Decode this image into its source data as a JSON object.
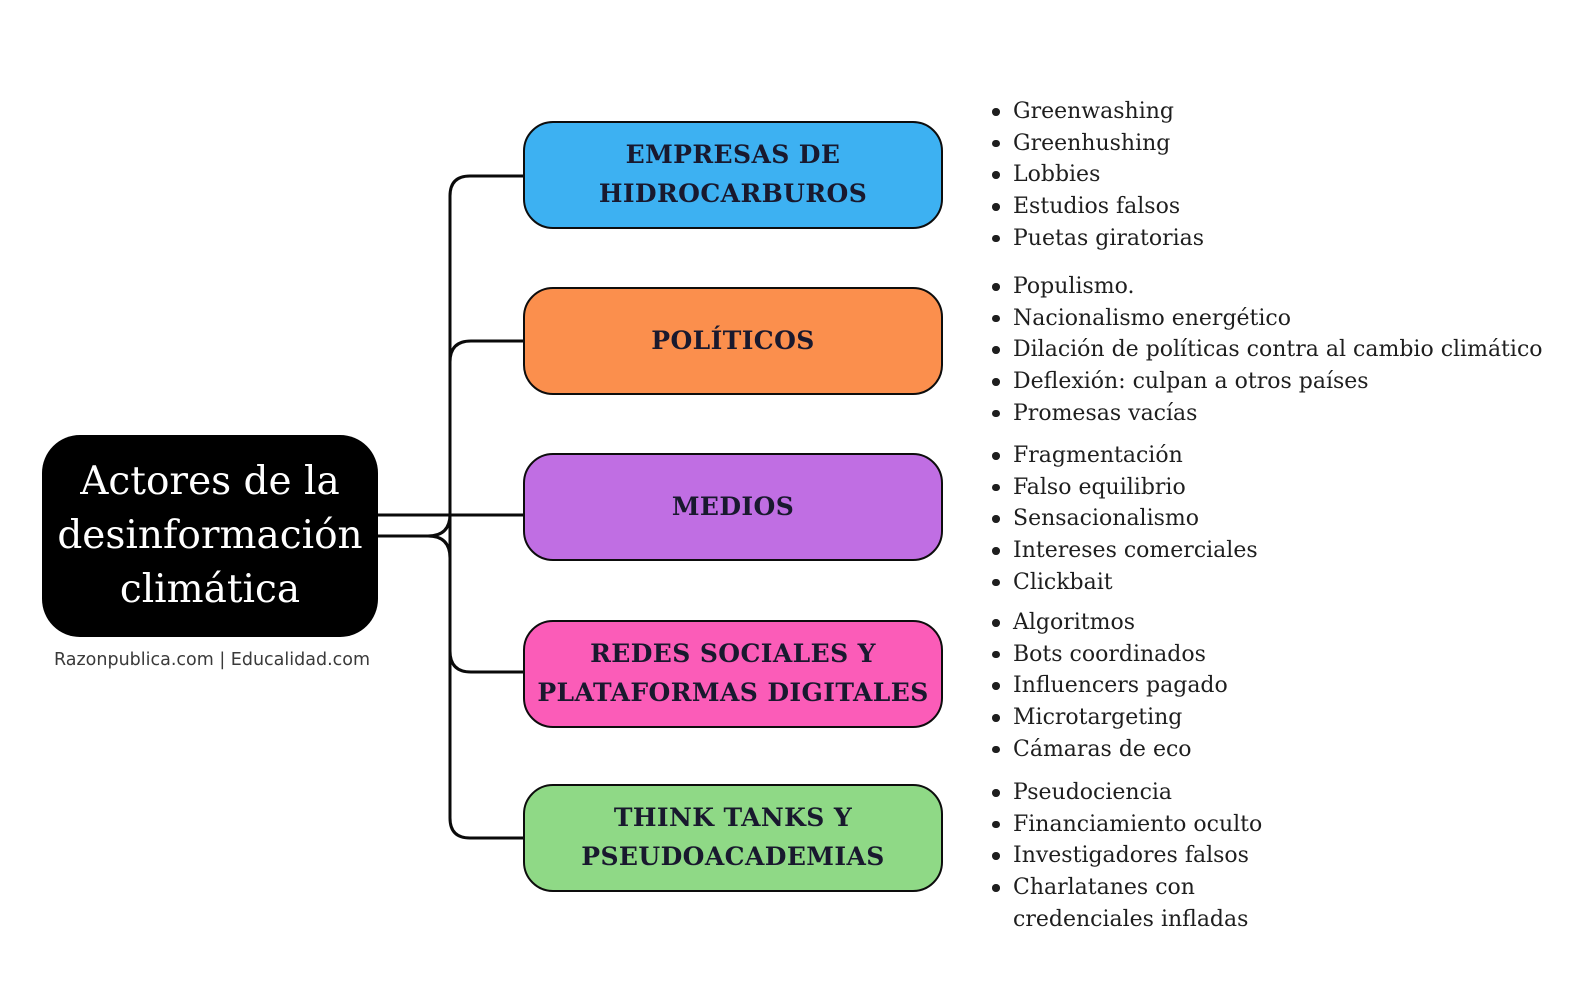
{
  "diagram": {
    "root_label": "Actores de la desinformación climática",
    "caption": "Razonpublica.com | Educalidad.com"
  },
  "branches": [
    {
      "label": "EMPRESAS DE HIDROCARBUROS",
      "color": "#3db1f2",
      "items": [
        "Greenwashing",
        "Greenhushing",
        "Lobbies",
        "Estudios falsos",
        "Puetas giratorias"
      ]
    },
    {
      "label": "POLÍTICOS",
      "color": "#fb8f4d",
      "items": [
        "Populismo.",
        "Nacionalismo energético",
        "Dilación de políticas contra al cambio climático",
        "Deflexión: culpan a otros países",
        "Promesas vacías"
      ]
    },
    {
      "label": "MEDIOS",
      "color": "#c06ee3",
      "items": [
        "Fragmentación",
        "Falso equilibrio",
        "Sensacionalismo",
        "Intereses comerciales",
        "Clickbait"
      ]
    },
    {
      "label": "REDES SOCIALES Y PLATAFORMAS DIGITALES",
      "color": "#fb5cb8",
      "items": [
        "Algoritmos",
        "Bots coordinados",
        "Influencers pagado",
        "Microtargeting",
        "Cámaras de eco"
      ]
    },
    {
      "label": "THINK TANKS Y PSEUDOACADEMIAS",
      "color": "#8fd986",
      "items": [
        "Pseudociencia",
        "Financiamiento oculto",
        "Investigadores falsos",
        "Charlatanes con credenciales infladas"
      ]
    }
  ],
  "colors": {
    "background": "#ffffff",
    "root_fill": "#000000",
    "root_text": "#ffffff",
    "caption_text": "#3a3a3a",
    "connector": "#0a0a0a",
    "node_border": "#0d0d0d",
    "node_text": "#19192e",
    "list_text": "#1e1e1e"
  }
}
